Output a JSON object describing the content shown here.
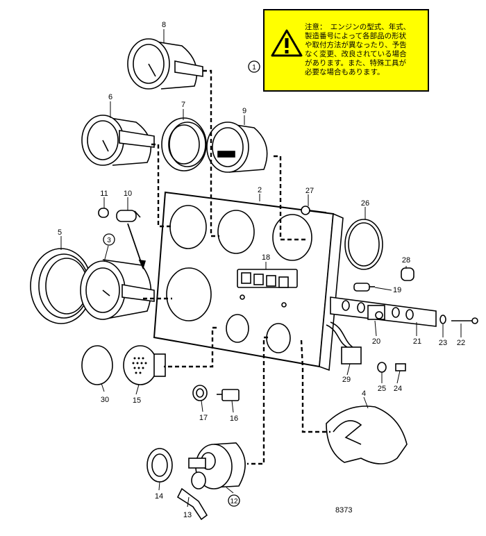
{
  "warning": {
    "lines": [
      "注意：　エンジンの型式、年式、",
      "製造番号によって各部品の形状",
      "や取付方法が異なったり、予告",
      "なく変更、改良されている場合",
      "があります。また、特殊工具が",
      "必要な場合もあります。"
    ],
    "icon": "exclamation-triangle-icon",
    "background_color": "#ffff00"
  },
  "callouts": {
    "c1": "1",
    "c2": "2",
    "c3": "3",
    "c4": "4",
    "c5": "5",
    "c6": "6",
    "c7": "7",
    "c8": "8",
    "c9": "9",
    "c10": "10",
    "c11": "11",
    "c12": "12",
    "c13": "13",
    "c14": "14",
    "c15": "15",
    "c16": "16",
    "c17": "17",
    "c18": "18",
    "c19": "19",
    "c20": "20",
    "c21": "21",
    "c22": "22",
    "c23": "23",
    "c24": "24",
    "c25": "25",
    "c26": "26",
    "c27": "27",
    "c28": "28",
    "c29": "29",
    "c30": "30"
  },
  "diagram_number": "8373"
}
